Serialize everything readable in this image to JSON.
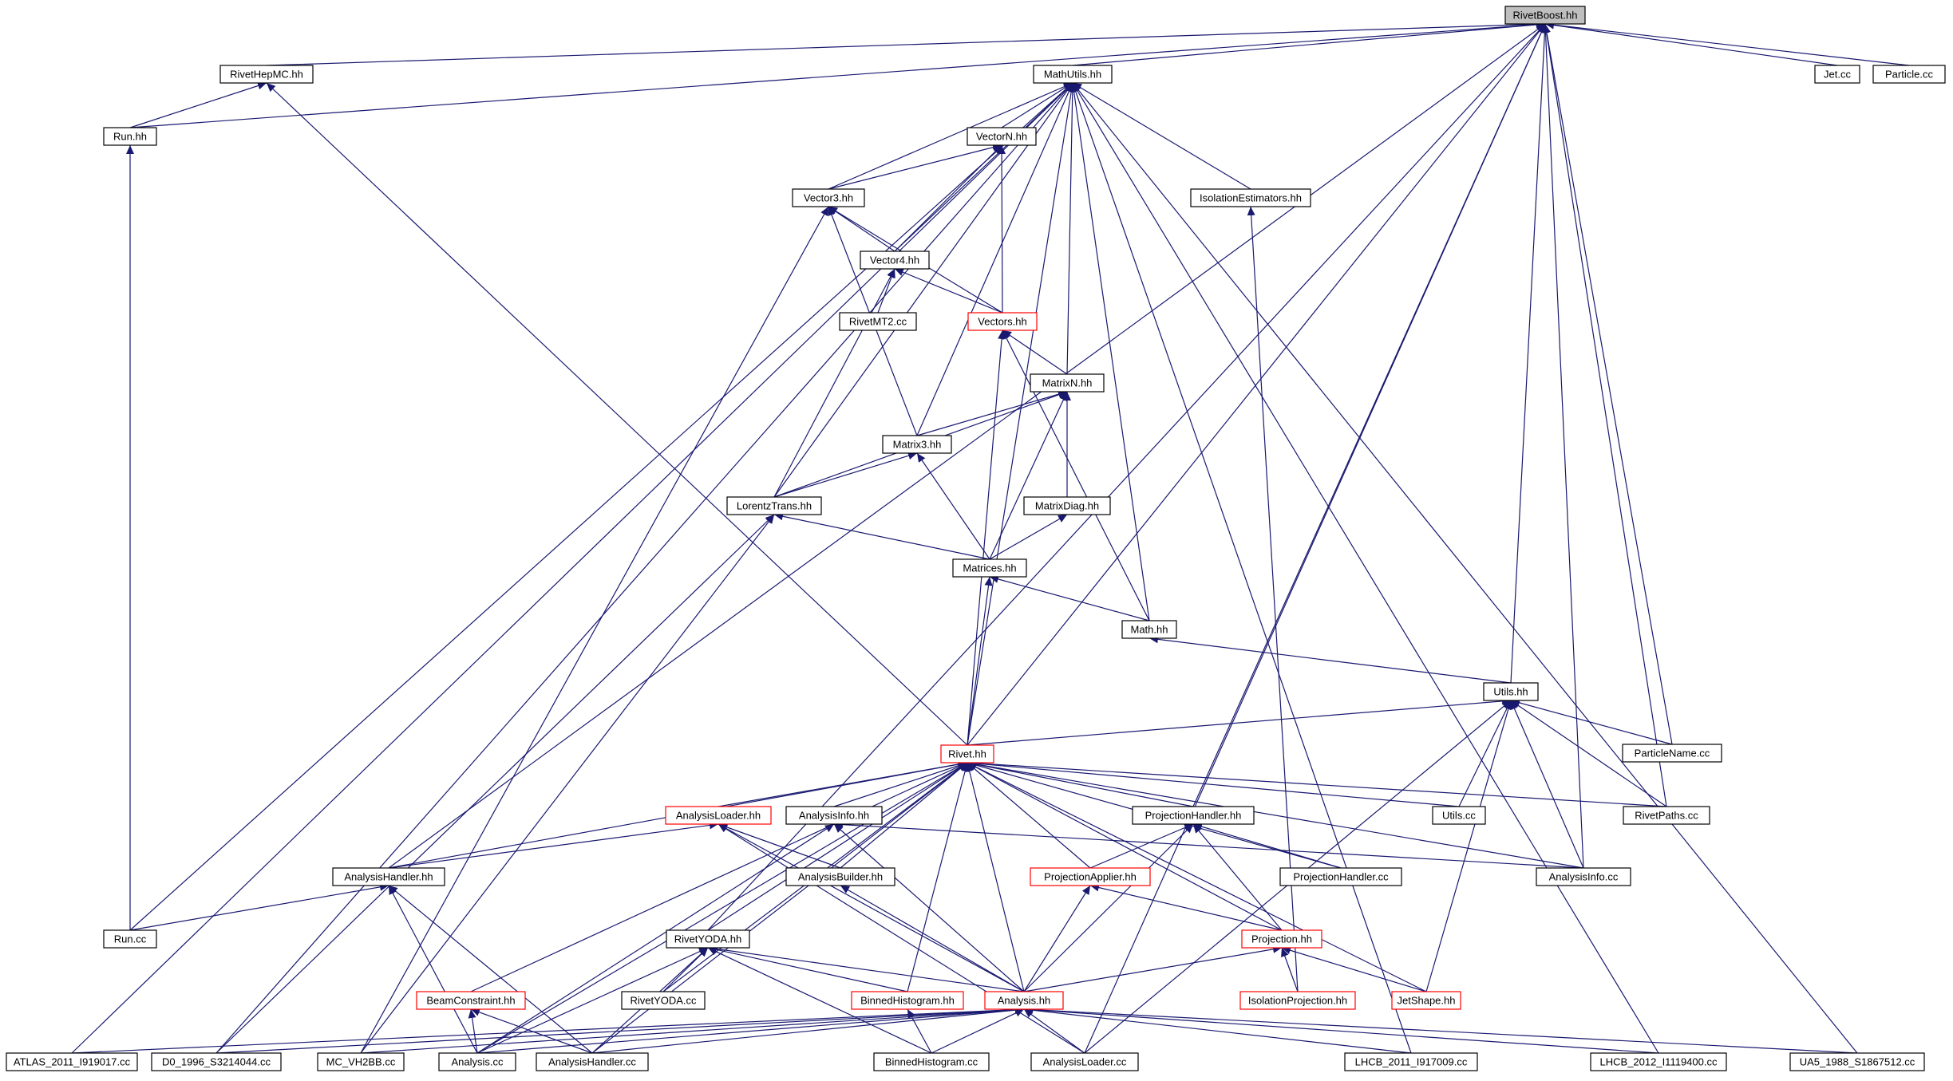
{
  "graph": {
    "nodes": [
      {
        "id": "RivetBoost",
        "label": "RivetBoost.hh",
        "style": "root"
      },
      {
        "id": "RivetHepMC",
        "label": "RivetHepMC.hh",
        "style": "normal"
      },
      {
        "id": "MathUtils",
        "label": "MathUtils.hh",
        "style": "normal"
      },
      {
        "id": "Jetcc",
        "label": "Jet.cc",
        "style": "normal"
      },
      {
        "id": "Particlecc",
        "label": "Particle.cc",
        "style": "normal"
      },
      {
        "id": "Runhh",
        "label": "Run.hh",
        "style": "normal"
      },
      {
        "id": "VectorN",
        "label": "VectorN.hh",
        "style": "normal"
      },
      {
        "id": "Vector3",
        "label": "Vector3.hh",
        "style": "normal"
      },
      {
        "id": "IsoEst",
        "label": "IsolationEstimators.hh",
        "style": "normal"
      },
      {
        "id": "Vector4",
        "label": "Vector4.hh",
        "style": "normal"
      },
      {
        "id": "RivetMT2",
        "label": "RivetMT2.cc",
        "style": "normal"
      },
      {
        "id": "Vectors",
        "label": "Vectors.hh",
        "style": "red"
      },
      {
        "id": "MatrixN",
        "label": "MatrixN.hh",
        "style": "normal"
      },
      {
        "id": "Matrix3",
        "label": "Matrix3.hh",
        "style": "normal"
      },
      {
        "id": "LorentzTrans",
        "label": "LorentzTrans.hh",
        "style": "normal"
      },
      {
        "id": "MatrixDiag",
        "label": "MatrixDiag.hh",
        "style": "normal"
      },
      {
        "id": "Matrices",
        "label": "Matrices.hh",
        "style": "normal"
      },
      {
        "id": "Mathhh",
        "label": "Math.hh",
        "style": "normal"
      },
      {
        "id": "Utilshh",
        "label": "Utils.hh",
        "style": "normal"
      },
      {
        "id": "Rivethh",
        "label": "Rivet.hh",
        "style": "red"
      },
      {
        "id": "ParticleName",
        "label": "ParticleName.cc",
        "style": "normal"
      },
      {
        "id": "AnalysisLoaderhh",
        "label": "AnalysisLoader.hh",
        "style": "red"
      },
      {
        "id": "AnalysisInfohh",
        "label": "AnalysisInfo.hh",
        "style": "normal"
      },
      {
        "id": "ProjHandlerhh",
        "label": "ProjectionHandler.hh",
        "style": "normal"
      },
      {
        "id": "Utilscc",
        "label": "Utils.cc",
        "style": "normal"
      },
      {
        "id": "RivetPaths",
        "label": "RivetPaths.cc",
        "style": "normal"
      },
      {
        "id": "AnalysisHandlerhh",
        "label": "AnalysisHandler.hh",
        "style": "normal"
      },
      {
        "id": "AnalysisBuilder",
        "label": "AnalysisBuilder.hh",
        "style": "normal"
      },
      {
        "id": "ProjApplier",
        "label": "ProjectionApplier.hh",
        "style": "red"
      },
      {
        "id": "ProjHandlercc",
        "label": "ProjectionHandler.cc",
        "style": "normal"
      },
      {
        "id": "AnalysisInfocc",
        "label": "AnalysisInfo.cc",
        "style": "normal"
      },
      {
        "id": "Runcc",
        "label": "Run.cc",
        "style": "normal"
      },
      {
        "id": "RivetYODAhh",
        "label": "RivetYODA.hh",
        "style": "normal"
      },
      {
        "id": "Projectionhh",
        "label": "Projection.hh",
        "style": "red"
      },
      {
        "id": "BeamConstraint",
        "label": "BeamConstraint.hh",
        "style": "red"
      },
      {
        "id": "RivetYODAcc",
        "label": "RivetYODA.cc",
        "style": "normal"
      },
      {
        "id": "BinnedHisthh",
        "label": "BinnedHistogram.hh",
        "style": "red"
      },
      {
        "id": "Analysishh",
        "label": "Analysis.hh",
        "style": "red"
      },
      {
        "id": "IsoProj",
        "label": "IsolationProjection.hh",
        "style": "red"
      },
      {
        "id": "JetShape",
        "label": "JetShape.hh",
        "style": "red"
      },
      {
        "id": "ATLAS",
        "label": "ATLAS_2011_I919017.cc",
        "style": "normal"
      },
      {
        "id": "D0",
        "label": "D0_1996_S3214044.cc",
        "style": "normal"
      },
      {
        "id": "MCVH2BB",
        "label": "MC_VH2BB.cc",
        "style": "normal"
      },
      {
        "id": "Analysiscc",
        "label": "Analysis.cc",
        "style": "normal"
      },
      {
        "id": "AnalysisHandlercc",
        "label": "AnalysisHandler.cc",
        "style": "normal"
      },
      {
        "id": "BinnedHistcc",
        "label": "BinnedHistogram.cc",
        "style": "normal"
      },
      {
        "id": "AnalysisLoadercc",
        "label": "AnalysisLoader.cc",
        "style": "normal"
      },
      {
        "id": "LHCB2011",
        "label": "LHCB_2011_I917009.cc",
        "style": "normal"
      },
      {
        "id": "LHCB2012",
        "label": "LHCB_2012_I1119400.cc",
        "style": "normal"
      },
      {
        "id": "UA5",
        "label": "UA5_1988_S1867512.cc",
        "style": "normal"
      }
    ],
    "edges": [
      [
        "RivetHepMC",
        "RivetBoost"
      ],
      [
        "MathUtils",
        "RivetBoost"
      ],
      [
        "Jetcc",
        "RivetBoost"
      ],
      [
        "Particlecc",
        "RivetBoost"
      ],
      [
        "Runhh",
        "RivetBoost"
      ],
      [
        "AnalysisHandlerhh",
        "RivetBoost"
      ],
      [
        "RivetYODAhh",
        "RivetBoost"
      ],
      [
        "Rivethh",
        "RivetBoost"
      ],
      [
        "ProjHandlerhh",
        "RivetBoost"
      ],
      [
        "Utilshh",
        "RivetBoost"
      ],
      [
        "ParticleName",
        "RivetBoost"
      ],
      [
        "RivetPaths",
        "RivetBoost"
      ],
      [
        "AnalysisInfocc",
        "RivetBoost"
      ],
      [
        "AnalysisLoadercc",
        "RivetBoost"
      ],
      [
        "Runhh",
        "RivetHepMC"
      ],
      [
        "Rivethh",
        "RivetHepMC"
      ],
      [
        "VectorN",
        "MathUtils"
      ],
      [
        "Vector3",
        "MathUtils"
      ],
      [
        "Vector4",
        "MathUtils"
      ],
      [
        "IsoEst",
        "MathUtils"
      ],
      [
        "MatrixN",
        "MathUtils"
      ],
      [
        "Matrix3",
        "MathUtils"
      ],
      [
        "LorentzTrans",
        "MathUtils"
      ],
      [
        "Mathhh",
        "MathUtils"
      ],
      [
        "Rivethh",
        "MathUtils"
      ],
      [
        "Runcc",
        "MathUtils"
      ],
      [
        "ATLAS",
        "MathUtils"
      ],
      [
        "D0",
        "MathUtils"
      ],
      [
        "LHCB2011",
        "MathUtils"
      ],
      [
        "LHCB2012",
        "MathUtils"
      ],
      [
        "UA5",
        "MathUtils"
      ],
      [
        "Runcc",
        "Runhh"
      ],
      [
        "Vector3",
        "VectorN"
      ],
      [
        "Vector4",
        "VectorN"
      ],
      [
        "Vectors",
        "VectorN"
      ],
      [
        "Vector4",
        "Vector3"
      ],
      [
        "Vectors",
        "Vector3"
      ],
      [
        "Matrix3",
        "Vector3"
      ],
      [
        "MCVH2BB",
        "Vector3"
      ],
      [
        "RivetMT2",
        "Vector4"
      ],
      [
        "Vectors",
        "Vector4"
      ],
      [
        "LorentzTrans",
        "Vector4"
      ],
      [
        "MatrixN",
        "Vectors"
      ],
      [
        "Mathhh",
        "Vectors"
      ],
      [
        "Rivethh",
        "Vectors"
      ],
      [
        "Matrix3",
        "MatrixN"
      ],
      [
        "LorentzTrans",
        "MatrixN"
      ],
      [
        "MatrixDiag",
        "MatrixN"
      ],
      [
        "Matrices",
        "MatrixN"
      ],
      [
        "LorentzTrans",
        "Matrix3"
      ],
      [
        "Matrices",
        "Matrix3"
      ],
      [
        "Matrices",
        "LorentzTrans"
      ],
      [
        "D0",
        "LorentzTrans"
      ],
      [
        "MCVH2BB",
        "LorentzTrans"
      ],
      [
        "Matrices",
        "MatrixDiag"
      ],
      [
        "Mathhh",
        "Matrices"
      ],
      [
        "Rivethh",
        "Matrices"
      ],
      [
        "Utilshh",
        "Mathhh"
      ],
      [
        "IsoProj",
        "IsoEst"
      ],
      [
        "Rivethh",
        "Utilshh"
      ],
      [
        "ParticleName",
        "Utilshh"
      ],
      [
        "Utilscc",
        "Utilshh"
      ],
      [
        "RivetPaths",
        "Utilshh"
      ],
      [
        "AnalysisInfocc",
        "Utilshh"
      ],
      [
        "JetShape",
        "Utilshh"
      ],
      [
        "AnalysisLoadercc",
        "Utilshh"
      ],
      [
        "AnalysisLoaderhh",
        "Rivethh"
      ],
      [
        "AnalysisInfohh",
        "Rivethh"
      ],
      [
        "ProjHandlerhh",
        "Rivethh"
      ],
      [
        "Utilscc",
        "Rivethh"
      ],
      [
        "RivetPaths",
        "Rivethh"
      ],
      [
        "AnalysisHandlerhh",
        "Rivethh"
      ],
      [
        "AnalysisBuilder",
        "Rivethh"
      ],
      [
        "ProjApplier",
        "Rivethh"
      ],
      [
        "ProjHandlercc",
        "Rivethh"
      ],
      [
        "AnalysisInfocc",
        "Rivethh"
      ],
      [
        "RivetYODAhh",
        "Rivethh"
      ],
      [
        "Projectionhh",
        "Rivethh"
      ],
      [
        "BeamConstraint",
        "Rivethh"
      ],
      [
        "RivetYODAcc",
        "Rivethh"
      ],
      [
        "BinnedHisthh",
        "Rivethh"
      ],
      [
        "Analysishh",
        "Rivethh"
      ],
      [
        "JetShape",
        "Rivethh"
      ],
      [
        "Analysiscc",
        "Rivethh"
      ],
      [
        "AnalysisHandlercc",
        "Rivethh"
      ],
      [
        "AnalysisHandlerhh",
        "AnalysisLoaderhh"
      ],
      [
        "AnalysisBuilder",
        "AnalysisLoaderhh"
      ],
      [
        "Analysishh",
        "AnalysisLoaderhh"
      ],
      [
        "AnalysisLoadercc",
        "AnalysisLoaderhh"
      ],
      [
        "AnalysisInfocc",
        "AnalysisInfohh"
      ],
      [
        "Analysishh",
        "AnalysisInfohh"
      ],
      [
        "Analysiscc",
        "AnalysisInfohh"
      ],
      [
        "ProjApplier",
        "ProjHandlerhh"
      ],
      [
        "ProjHandlercc",
        "ProjHandlerhh"
      ],
      [
        "Projectionhh",
        "ProjHandlerhh"
      ],
      [
        "Analysishh",
        "ProjHandlerhh"
      ],
      [
        "Runcc",
        "AnalysisHandlerhh"
      ],
      [
        "Analysiscc",
        "AnalysisHandlerhh"
      ],
      [
        "AnalysisHandlercc",
        "AnalysisHandlerhh"
      ],
      [
        "Analysishh",
        "AnalysisBuilder"
      ],
      [
        "Projectionhh",
        "ProjApplier"
      ],
      [
        "Analysishh",
        "ProjApplier"
      ],
      [
        "RivetYODAcc",
        "RivetYODAhh"
      ],
      [
        "BinnedHisthh",
        "RivetYODAhh"
      ],
      [
        "Analysishh",
        "RivetYODAhh"
      ],
      [
        "Analysiscc",
        "RivetYODAhh"
      ],
      [
        "AnalysisHandlercc",
        "RivetYODAhh"
      ],
      [
        "BinnedHistcc",
        "RivetYODAhh"
      ],
      [
        "Analysishh",
        "Projectionhh"
      ],
      [
        "IsoProj",
        "Projectionhh"
      ],
      [
        "JetShape",
        "Projectionhh"
      ],
      [
        "Analysiscc",
        "BeamConstraint"
      ],
      [
        "AnalysisHandlercc",
        "BeamConstraint"
      ],
      [
        "BinnedHistcc",
        "BinnedHisthh"
      ],
      [
        "ATLAS",
        "Analysishh"
      ],
      [
        "D0",
        "Analysishh"
      ],
      [
        "MCVH2BB",
        "Analysishh"
      ],
      [
        "Analysiscc",
        "Analysishh"
      ],
      [
        "AnalysisHandlercc",
        "Analysishh"
      ],
      [
        "BinnedHistcc",
        "Analysishh"
      ],
      [
        "AnalysisLoadercc",
        "Analysishh"
      ],
      [
        "LHCB2011",
        "Analysishh"
      ],
      [
        "LHCB2012",
        "Analysishh"
      ],
      [
        "UA5",
        "Analysishh"
      ]
    ]
  },
  "colors": {
    "edge": "#191970",
    "node_border": "#000000",
    "red_border": "#ff0000",
    "root_fill": "#bfbfbf",
    "node_fill": "#ffffff",
    "text": "#000000"
  }
}
